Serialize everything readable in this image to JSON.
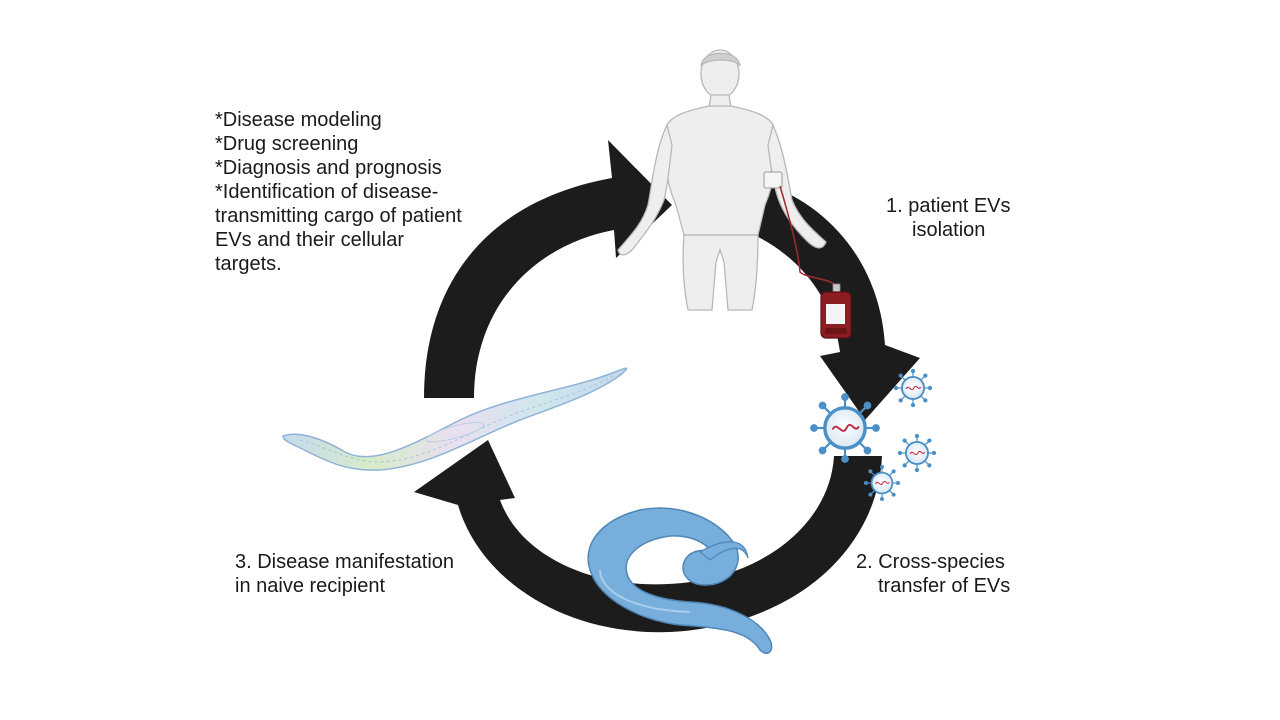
{
  "applications": {
    "lines": [
      "*Disease modeling",
      "*Drug screening",
      "*Diagnosis and prognosis",
      "*Identification of disease-",
      "transmitting cargo of patient",
      "EVs and their cellular",
      "targets."
    ]
  },
  "steps": {
    "step1": {
      "line1": "1.  patient EVs",
      "line2": "isolation"
    },
    "step2": {
      "line1": "2. Cross-species",
      "line2": "transfer of EVs"
    },
    "step3": {
      "line1": "3. Disease manifestation",
      "line2": "in naive recipient"
    }
  },
  "icons": [
    "human-body-icon",
    "blood-bag-icon",
    "extracellular-vesicle-icon",
    "nematode-worm-icon",
    "transparent-worm-icon",
    "cycle-arrow-icon"
  ],
  "colors": {
    "arrow": "#1c1c1c",
    "text": "#1a1a1a",
    "body_fill": "#eeeeee",
    "body_stroke": "#b8b8b8",
    "blood": "#8c1d22",
    "ev_membrane": "#4a8fc6",
    "ev_cargo": "#c0304a",
    "worm_blue": "#78aedb",
    "worm_outline": "#4e86b8"
  }
}
